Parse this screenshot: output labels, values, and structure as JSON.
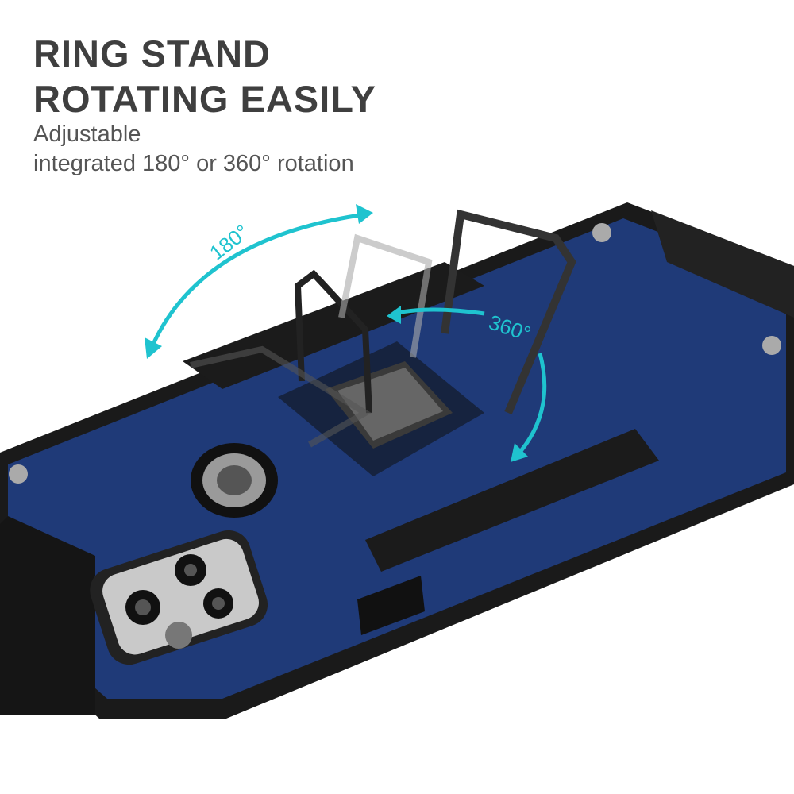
{
  "headline": {
    "line1": "RING STAND",
    "line2": "ROTATING EASILY"
  },
  "subtitle": {
    "line1": "Adjustable",
    "line2": "integrated 180° or 360° rotation"
  },
  "labels": {
    "rotation_180": "180°",
    "rotation_360": "360°"
  },
  "colors": {
    "case_blue": "#1f3a78",
    "bumper_black": "#1a1a1a",
    "arrow_cyan": "#1fc3cf",
    "text_gray": "#3f3f3f"
  }
}
